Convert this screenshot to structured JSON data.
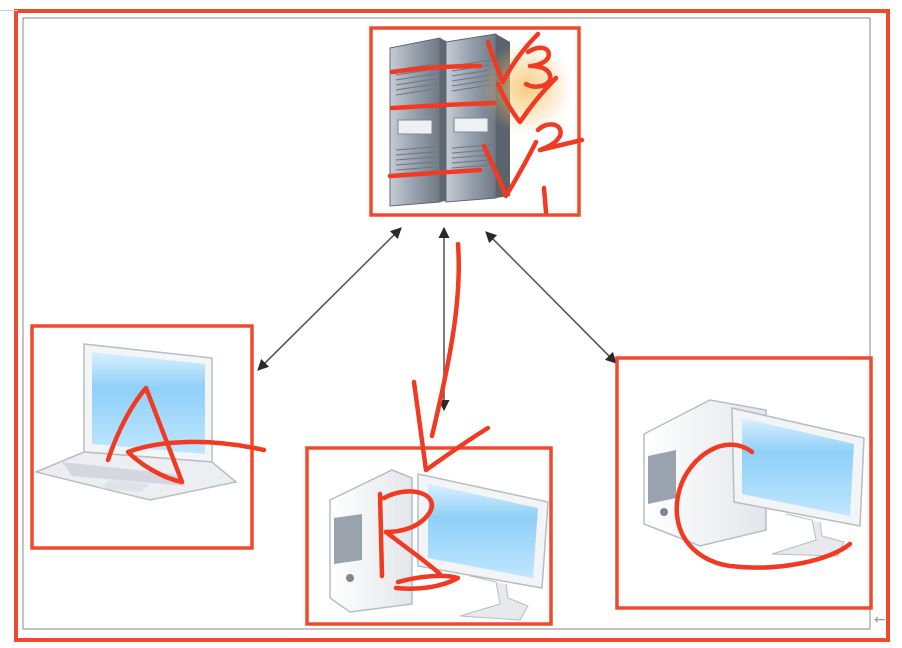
{
  "diagram": {
    "nodes": [
      {
        "id": "server",
        "kind": "server-tower-pair",
        "annotation": "V1 V2 V3"
      },
      {
        "id": "laptop",
        "kind": "laptop",
        "annotation": "A"
      },
      {
        "id": "desktop-b",
        "kind": "desktop-computer",
        "annotation": "B"
      },
      {
        "id": "desktop-c",
        "kind": "desktop-computer",
        "annotation": "C"
      }
    ],
    "connections": [
      {
        "from": "server",
        "to": "laptop",
        "arrows": "both"
      },
      {
        "from": "server",
        "to": "desktop-b",
        "arrows": "both"
      },
      {
        "from": "server",
        "to": "desktop-c",
        "arrows": "both"
      }
    ],
    "highlight_color": "#f04a2e",
    "screen_color": "#7fc4f2",
    "arrow_color": "#5a5a5a"
  },
  "handwriting": {
    "server": {
      "labels": [
        "V",
        "3",
        "2",
        "1"
      ]
    },
    "laptop": {
      "label": "A"
    },
    "desktop_b": {
      "label": "B"
    },
    "desktop_c": {
      "label": "C"
    }
  },
  "corner_glyph": "←"
}
